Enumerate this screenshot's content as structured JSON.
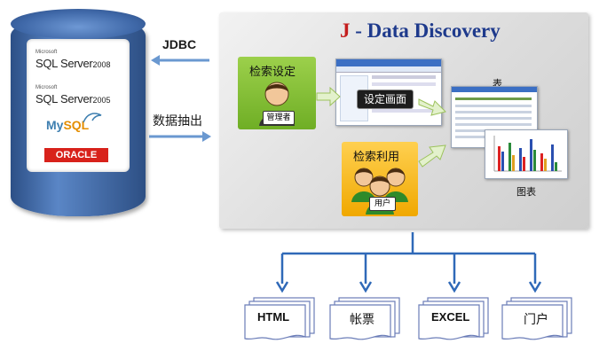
{
  "database": {
    "logos": [
      {
        "prefix": "Microsoft",
        "name": "SQL Server",
        "version": "2008"
      },
      {
        "prefix": "Microsoft",
        "name": "SQL Server",
        "version": "2005"
      }
    ],
    "mysql_my": "My",
    "mysql_sql": "SQL",
    "oracle": "ORACLE"
  },
  "connectors": {
    "jdbc": "JDBC",
    "extract": "数据抽出"
  },
  "panel": {
    "title_j": "J",
    "title_rest": " - Data Discovery",
    "setting": {
      "title": "检索设定",
      "role": "管理者"
    },
    "usage": {
      "title": "检索利用",
      "role": "用户"
    },
    "setting_screen": "设定画面",
    "table_label": "表",
    "chart_label": "图表"
  },
  "outputs": [
    {
      "label": "HTML"
    },
    {
      "label": "帐票"
    },
    {
      "label": "EXCEL"
    },
    {
      "label": "门户"
    }
  ],
  "colors": {
    "arrow_blue": "#2f69b8",
    "green_box": "#7cbb2e",
    "orange_box": "#f6b400",
    "title_blue": "#1e3a8c",
    "title_red": "#c41d1d"
  }
}
